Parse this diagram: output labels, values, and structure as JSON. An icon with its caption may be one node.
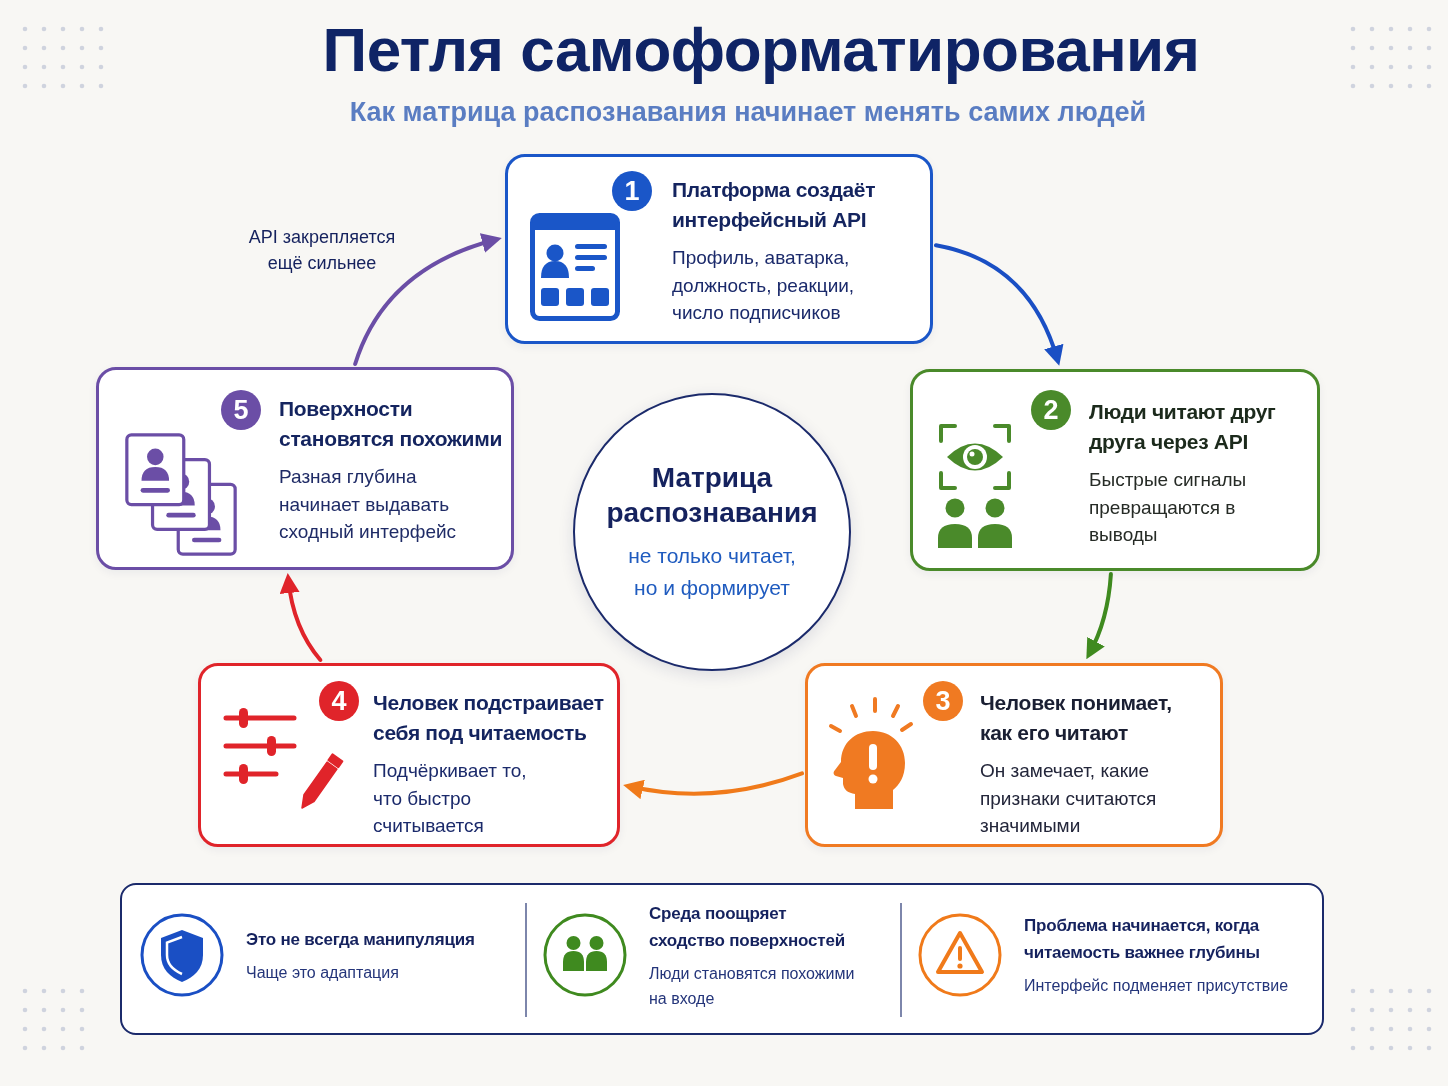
{
  "diagram": {
    "title": "Петля самоформатирования",
    "nodes": [
      {
        "text": [
          "1",
          "Платформа создаёт интерфейсный API",
          "Профиль, аватарка, должность, реакции, число подписчиков"
        ]
      },
      {
        "text": [
          "2",
          "Люди читают друг друга через API",
          "Быстрые сигналы превращаются в выводы"
        ]
      },
      {
        "text": [
          "3",
          "Человек понимает, как его читают",
          "Он замечает, какие признаки считаются значимыми"
        ]
      },
      {
        "text": [
          "4",
          "Человек подстраивает себя под читаемость",
          "Подчёркивает то, что быстро считывается"
        ]
      },
      {
        "text": [
          "5",
          "Поверхности становятся похожими",
          "Разная глубина начинает выдавать сходный интерфейс"
        ]
      },
      {
        "text": [
          "Матрица распознавания",
          "не только читает, но и формирует"
        ]
      },
      {
        "text": [
          "Это не всегда манипуляция",
          "Чаще это адаптация",
          "Среда поощряет сходство поверхностей",
          "Люди становятся похожими на входе",
          "Проблема начинается, когда читаемость важнее глубины",
          "Интерфейс подменяет присутствие"
        ]
      }
    ],
    "edges": [
      {
        "from": 0,
        "to": 1,
        "arrow": "to",
        "color": "#1a4fc4"
      },
      {
        "from": 1,
        "to": 2,
        "arrow": "to",
        "color": "#3f8a1f"
      },
      {
        "from": 2,
        "to": 3,
        "arrow": "to",
        "color": "#f07a1a"
      },
      {
        "from": 3,
        "to": 4,
        "arrow": "to",
        "color": "#e0242a"
      },
      {
        "from": 4,
        "to": 0,
        "arrow": "to",
        "label": "API закрепляется ещё сильнее",
        "color": "#6b4ea6"
      }
    ],
    "labels": [
      "Как матрица распознавания начинает менять самих людей"
    ]
  }
}
